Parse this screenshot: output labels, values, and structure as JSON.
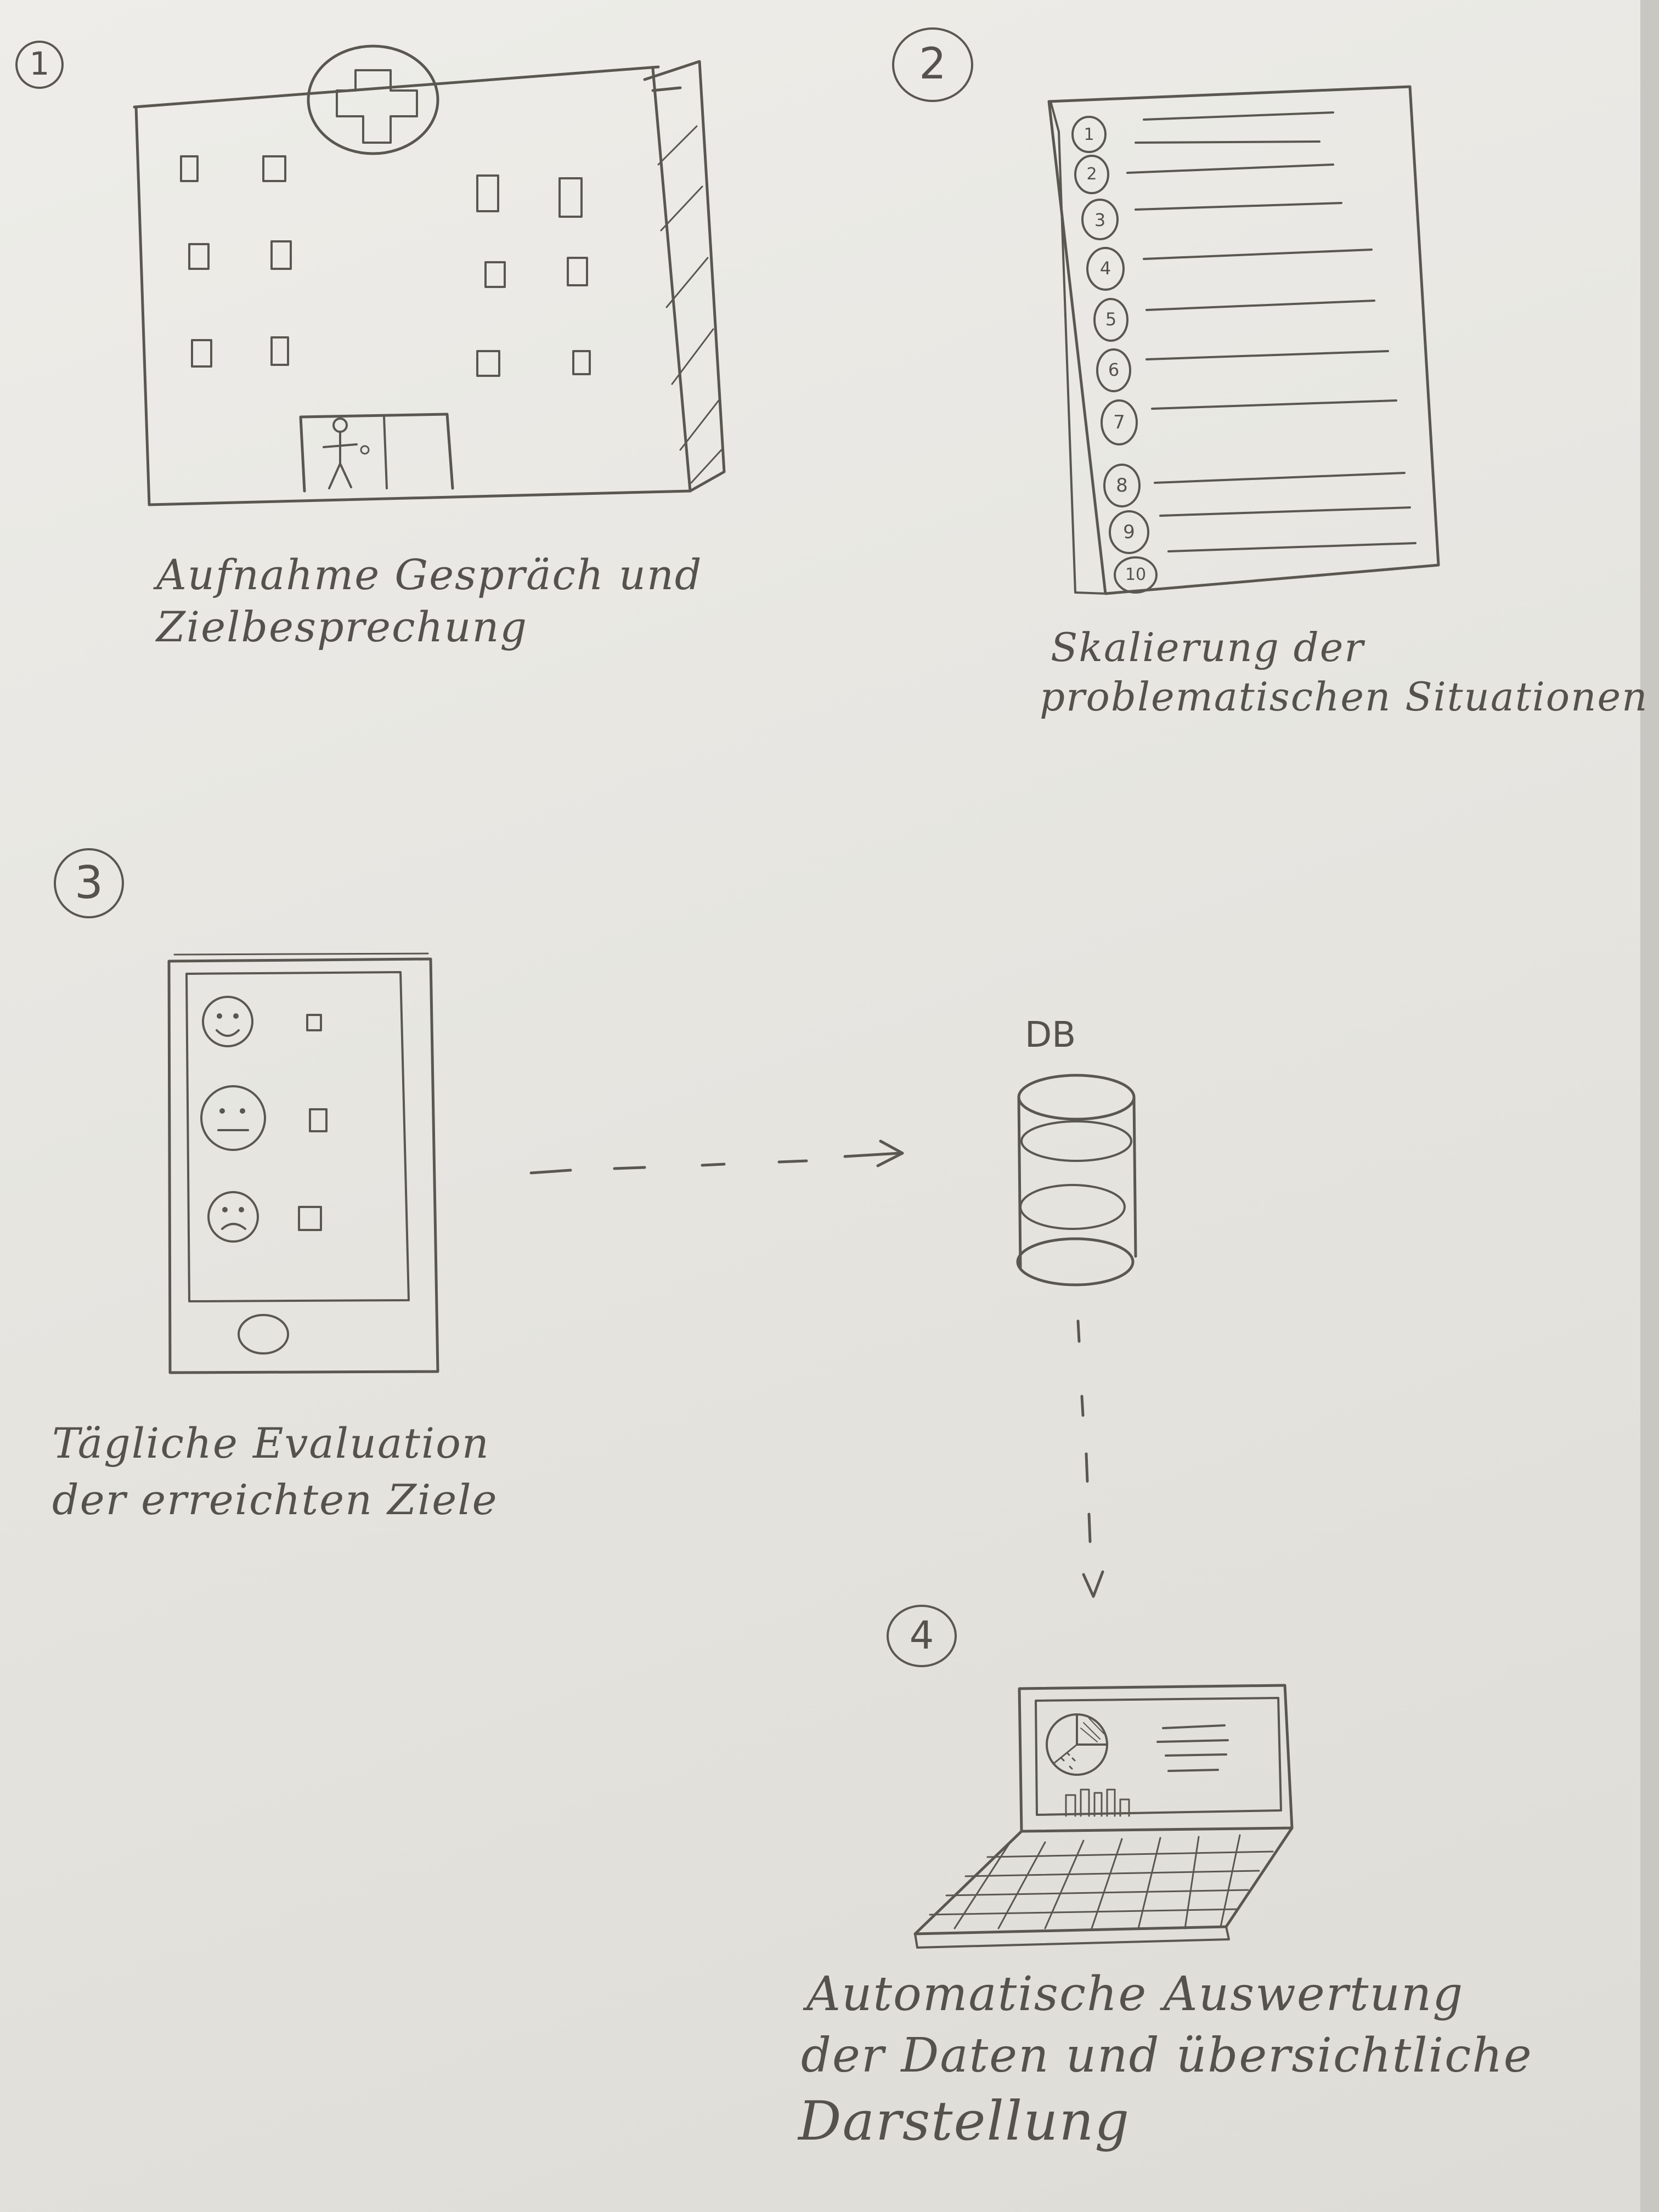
{
  "steps": [
    {
      "number": "1",
      "caption_line1": "Aufnahme Gespräch und",
      "caption_line2": "Zielbesprechung"
    },
    {
      "number": "2",
      "caption_line1": "Skalierung der",
      "caption_line2": "problematischen Situationen"
    },
    {
      "number": "3",
      "caption_line1": "Tägliche Evaluation",
      "caption_line2": "der erreichten Ziele"
    },
    {
      "number": "4",
      "caption_line1": "Automatische Auswertung",
      "caption_line2": "der Daten und übersichtliche",
      "caption_line3": "Darstellung"
    }
  ],
  "database": {
    "label": "DB"
  },
  "scale_numbers": [
    "1",
    "2",
    "3",
    "4",
    "5",
    "6",
    "7",
    "8",
    "9",
    "10"
  ],
  "icons": {
    "hospital": "hospital-building-icon",
    "checklist": "checklist-sheet-icon",
    "phone": "smartphone-icon",
    "database": "database-cylinder-icon",
    "laptop": "laptop-dashboard-icon"
  },
  "colors": {
    "paper": "#e9e8e3",
    "pencil": "#5a5751"
  }
}
